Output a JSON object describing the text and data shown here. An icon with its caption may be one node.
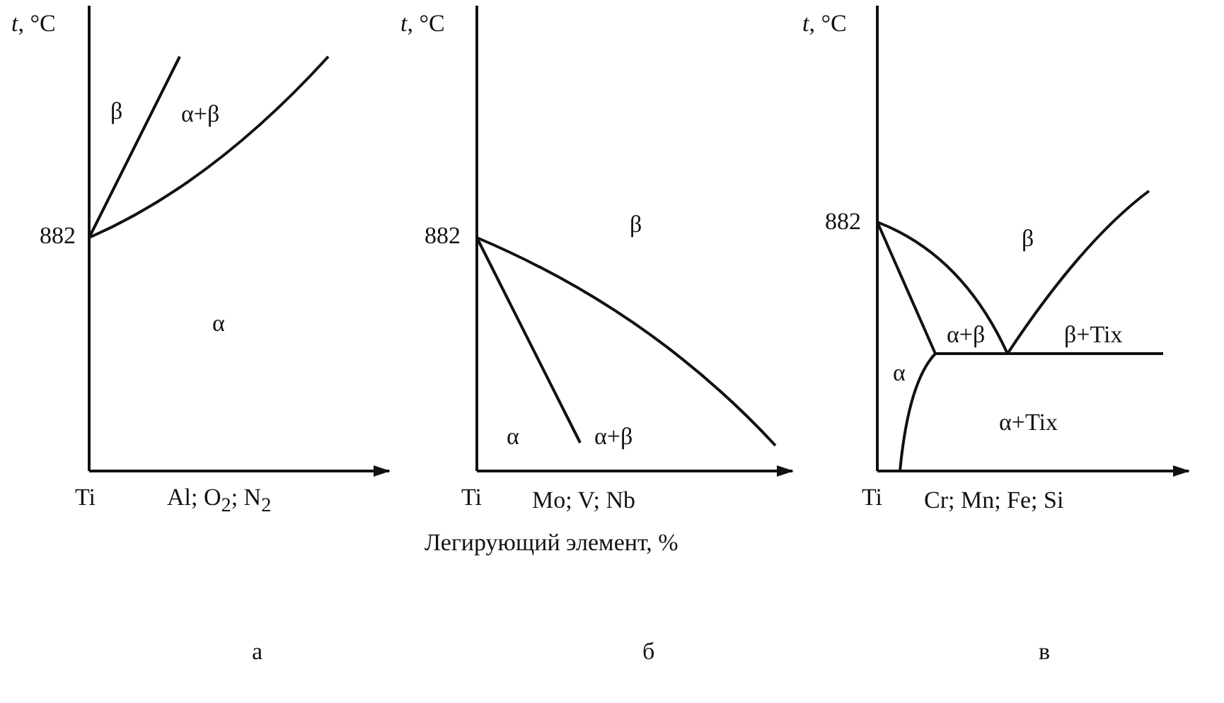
{
  "diagram": {
    "labels": [
      "*t*, °C",
      "β",
      "α+β",
      "882",
      "α",
      "Ti",
      "Al; O$_{2}$; N$_{2}$",
      "*t*, °C",
      "882",
      "β",
      "α",
      "α+β",
      "Ti",
      "Mo; V; Nb",
      "Легирующий элемент, %",
      "*t*, °C",
      "882",
      "β",
      "α+β",
      "β+Tix",
      "α",
      "α+Tix",
      "Ti",
      "Cr; Mn; Fe; Si",
      "а",
      "б",
      "в"
    ]
  }
}
